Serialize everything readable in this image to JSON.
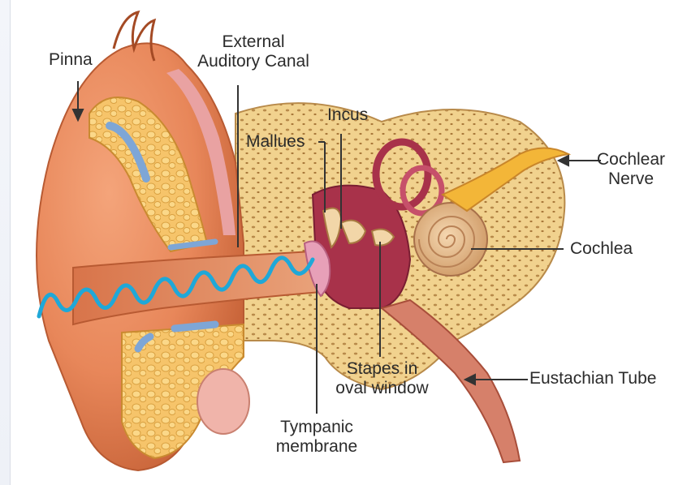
{
  "labels": {
    "pinna": "Pinna",
    "external_canal_line1": "External",
    "external_canal_line2": "Auditory Canal",
    "incus": "Incus",
    "mallues": "Mallues",
    "cochlear_nerve_line1": "Cochlear",
    "cochlear_nerve_line2": "Nerve",
    "cochlea": "Cochlea",
    "stapes_line1": "Stapes in",
    "stapes_line2": "oval window",
    "eustachian": "Eustachian Tube",
    "tympanic_line1": "Tympanic",
    "tympanic_line2": "membrane"
  },
  "colors": {
    "skin": "#e8875a",
    "skin_dark": "#c9653a",
    "bone": "#f1d28e",
    "bone_dark": "#c9a25a",
    "cartilage": "#f6c46a",
    "vessel_blue": "#7ea6d6",
    "pink": "#e9a2a2",
    "middle_ear": "#a8324a",
    "sound_wave": "#1fa8d8",
    "nerve": "#f3b638",
    "label_text": "#2b2b2b",
    "leader_line": "#333333"
  },
  "icons": [
    "sound-wave-icon"
  ]
}
